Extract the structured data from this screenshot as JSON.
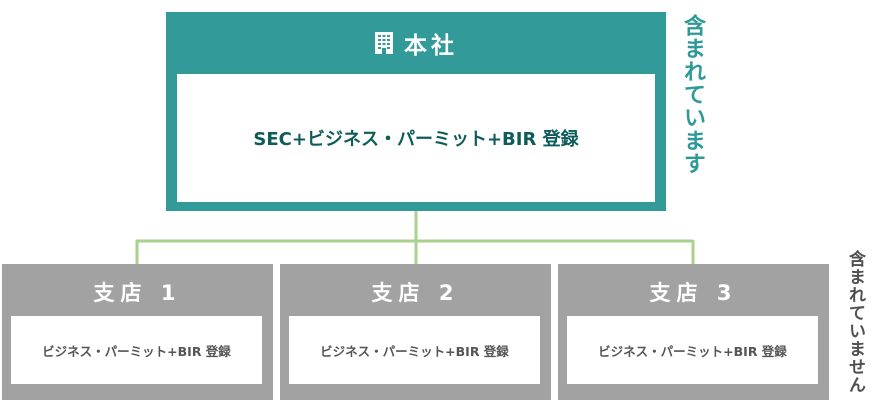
{
  "headquarters": {
    "title": "本社",
    "icon": "building-icon",
    "content": "SEC+ビジネス・パーミット+BIR 登録",
    "color": "#329a98"
  },
  "included_label": "含まれています",
  "excluded_label": "含まれていません",
  "branches": [
    {
      "title": "支店 1",
      "content": "ビジネス・パーミット+BIR 登録"
    },
    {
      "title": "支店 2",
      "content": "ビジネス・パーミット+BIR 登録"
    },
    {
      "title": "支店 3",
      "content": "ビジネス・パーミット+BIR 登録"
    }
  ],
  "colors": {
    "branch": "#a2a2a2",
    "connector": "#a9d18e"
  }
}
